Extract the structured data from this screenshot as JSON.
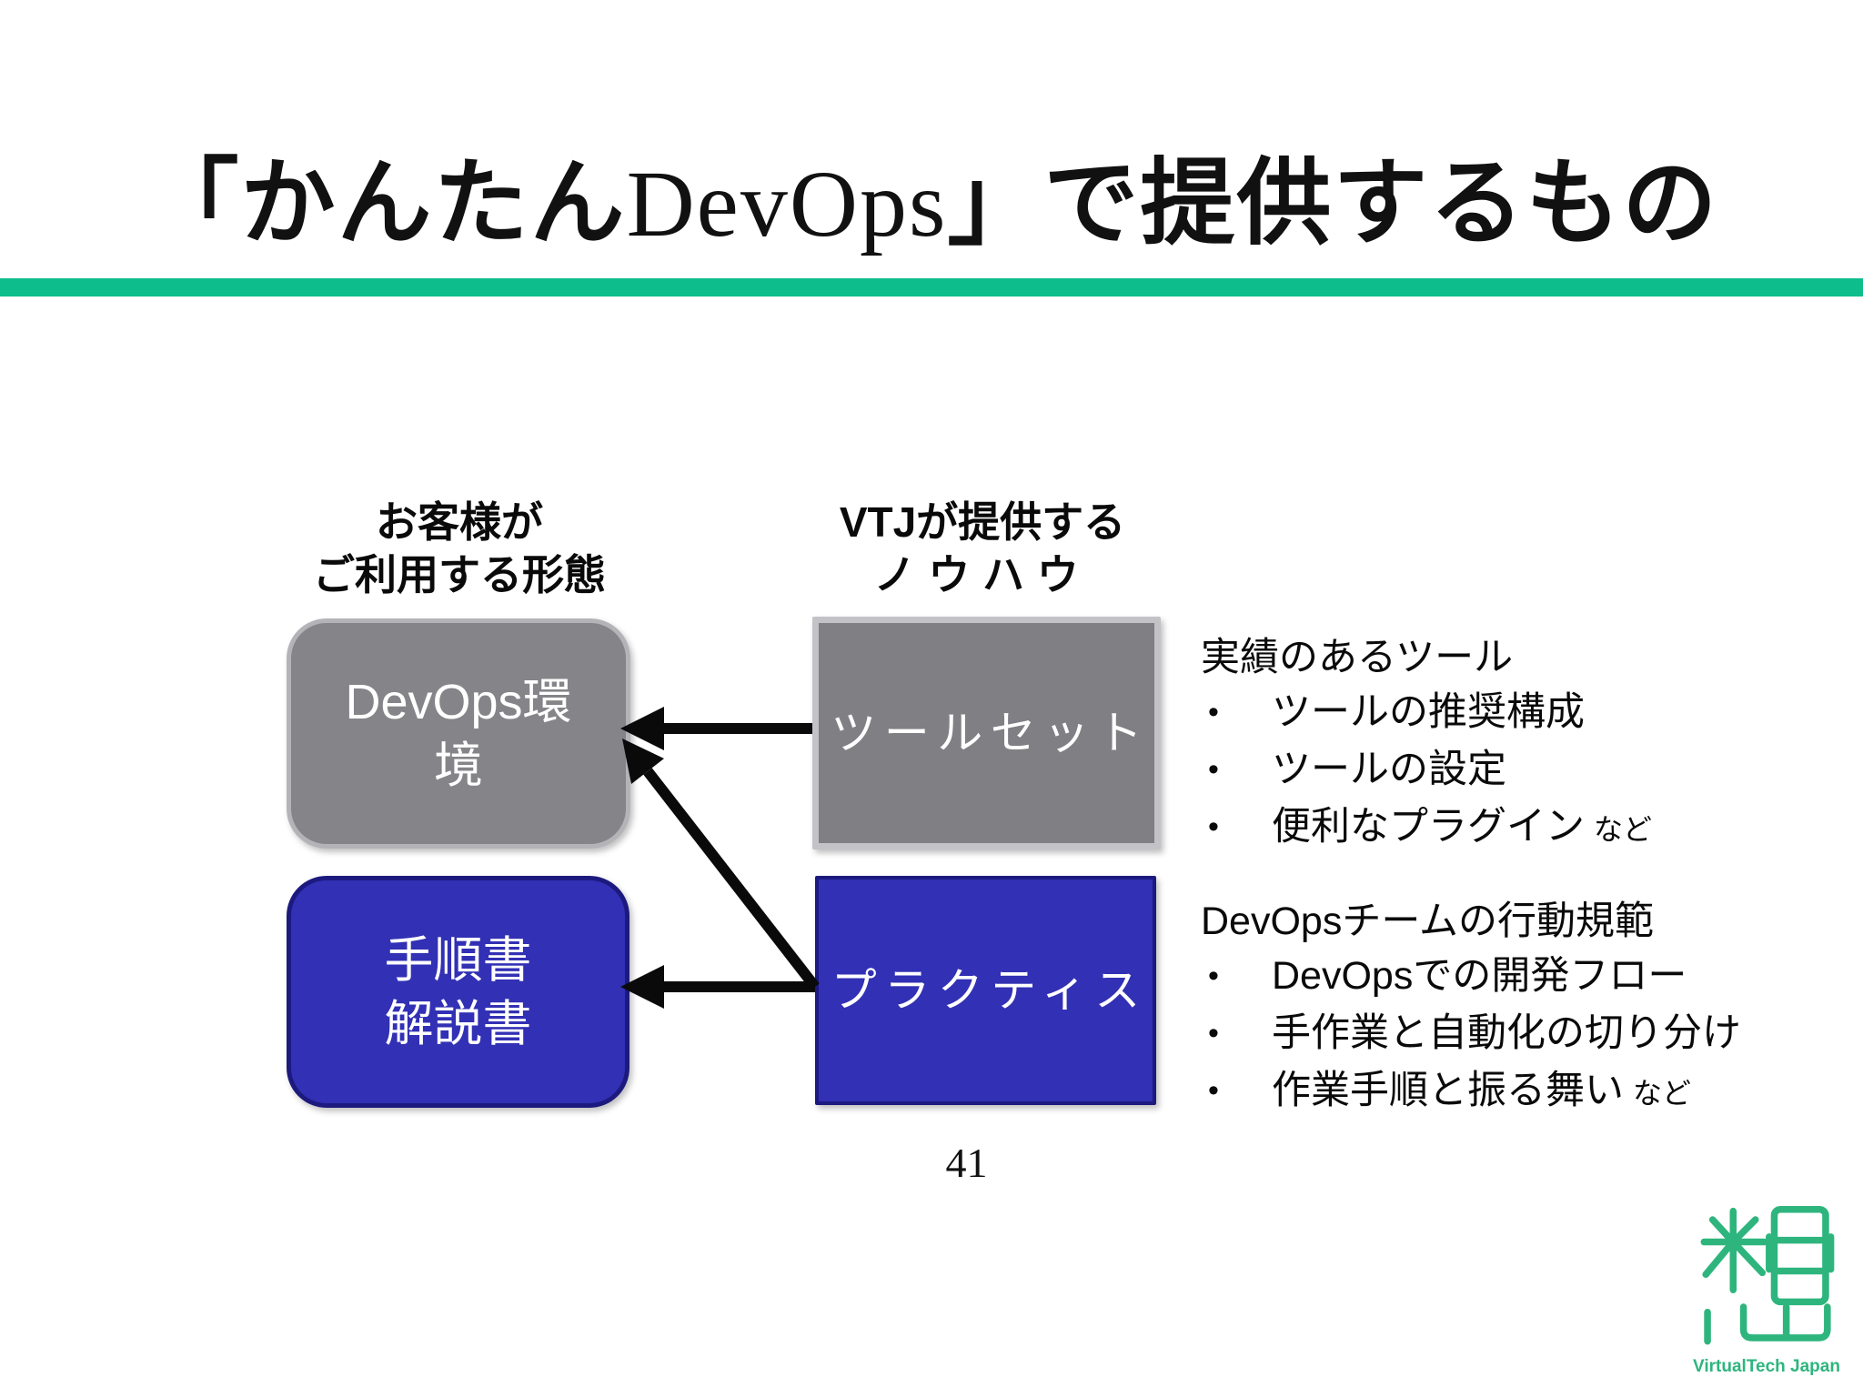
{
  "slide": {
    "title": {
      "jp_open": "「かんたん",
      "latin": "DevOps",
      "jp_close": "」で提供するもの"
    },
    "page_number": "41"
  },
  "columns": {
    "left_header": {
      "line1": "お客様が",
      "line2": "ご利用する形態"
    },
    "right_header": {
      "line1": "VTJが提供する",
      "line2": "ノウハウ"
    }
  },
  "boxes": {
    "devops_env": {
      "line1": "DevOps環",
      "line2": "境"
    },
    "manuals": {
      "line1": "手順書",
      "line2": "解説書"
    },
    "toolset": {
      "label": "ツールセット"
    },
    "practice": {
      "label": "プラクティス"
    }
  },
  "notes": {
    "toolset": {
      "heading": "実績のあるツール",
      "items": [
        {
          "text": "ツールの推奨構成",
          "suffix": ""
        },
        {
          "text": "ツールの設定",
          "suffix": ""
        },
        {
          "text": "便利なプラグイン",
          "suffix": "など"
        }
      ]
    },
    "practice": {
      "heading": "DevOpsチームの行動規範",
      "items": [
        {
          "text": "DevOpsでの開発フロー",
          "suffix": ""
        },
        {
          "text": "手作業と自動化の切り分け",
          "suffix": ""
        },
        {
          "text": "作業手順と振る舞い",
          "suffix": "など"
        }
      ]
    }
  },
  "colors": {
    "accent_green": "#0dbd8c",
    "box_gray": "#7f7f84",
    "box_blue": "#3230b4",
    "arrow_black": "#0a0a0a",
    "logo_green": "#2eb57e"
  },
  "logo": {
    "text": "VirtualTech Japan",
    "mark": "kanji-sou-logo"
  }
}
